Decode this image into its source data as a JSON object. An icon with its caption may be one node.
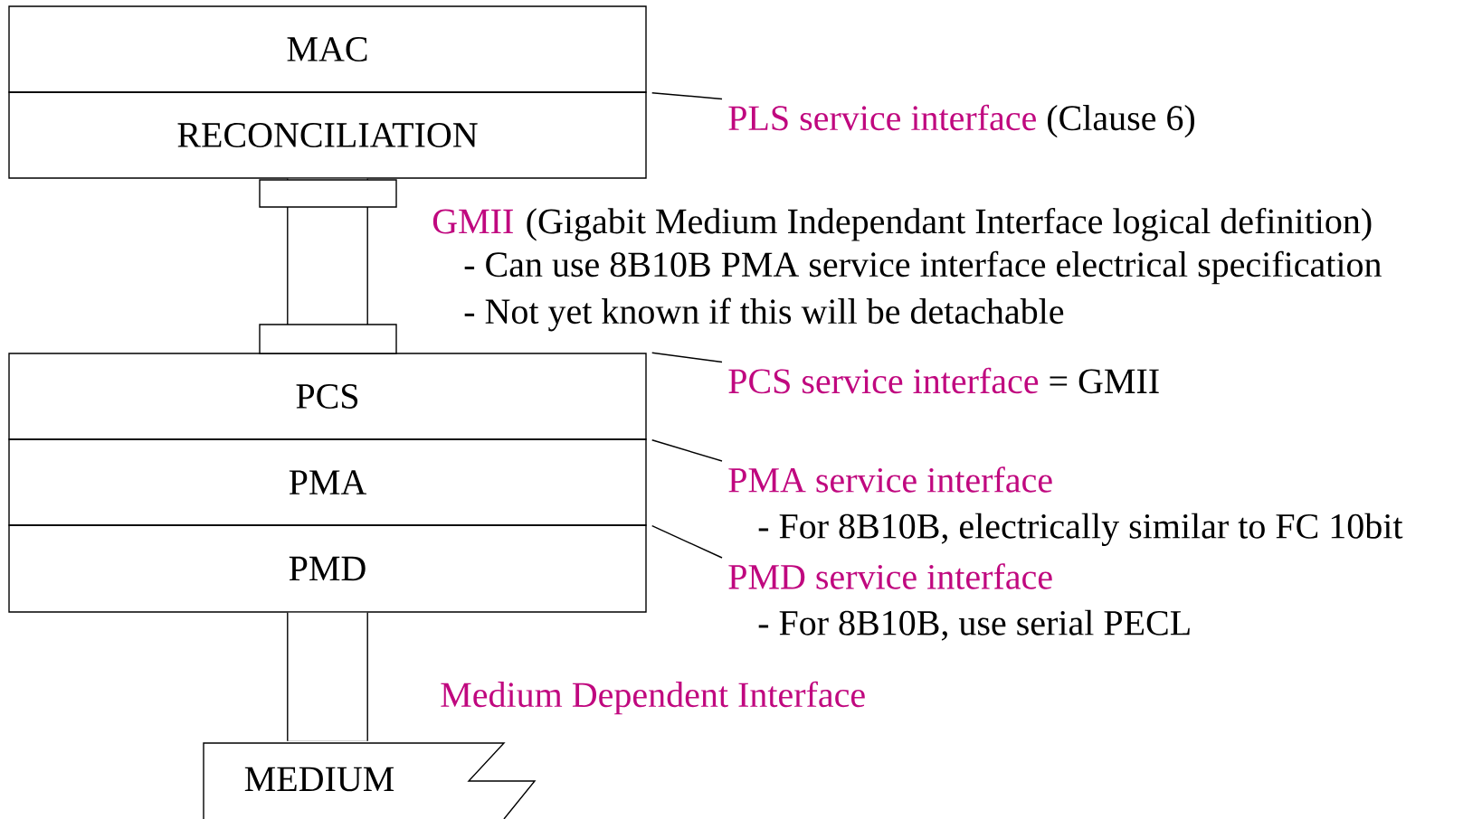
{
  "diagram": {
    "nodes": [
      {
        "text": [
          "MAC"
        ]
      },
      {
        "text": [
          "RECONCILIATION"
        ]
      },
      {
        "text": [
          "PCS"
        ]
      },
      {
        "text": [
          "PMA"
        ]
      },
      {
        "text": [
          "PMD"
        ]
      },
      {
        "text": [
          "MEDIUM"
        ]
      },
      {
        "text": [
          "PLS service interface",
          "(Clause 6)"
        ]
      },
      {
        "text": [
          "PCS service interface",
          "= GMII"
        ]
      },
      {
        "text": [
          "PMA service interface",
          "- For 8B10B, electrically similar to FC 10bit"
        ]
      },
      {
        "text": [
          "PMD service interface",
          "- For 8B10B, use  serial PECL"
        ]
      }
    ],
    "edges": [
      {
        "from": 1,
        "to": 2,
        "arrow": "none",
        "style": "thick"
      },
      {
        "from": 4,
        "to": 5,
        "arrow": "none",
        "style": "thick"
      },
      {
        "from": 6,
        "to": 0,
        "arrow": "none"
      },
      {
        "from": 7,
        "to": 2,
        "arrow": "none"
      },
      {
        "from": 8,
        "to": 2,
        "arrow": "none"
      },
      {
        "from": 9,
        "to": 3,
        "arrow": "none"
      }
    ],
    "labels": [
      "GMII",
      "(Gigabit Medium Independant Interface logical definition)",
      "- Can use 8B10B PMA service interface electrical specification",
      "- Not yet known if this will be detachable",
      "Medium Dependent Interface"
    ]
  }
}
